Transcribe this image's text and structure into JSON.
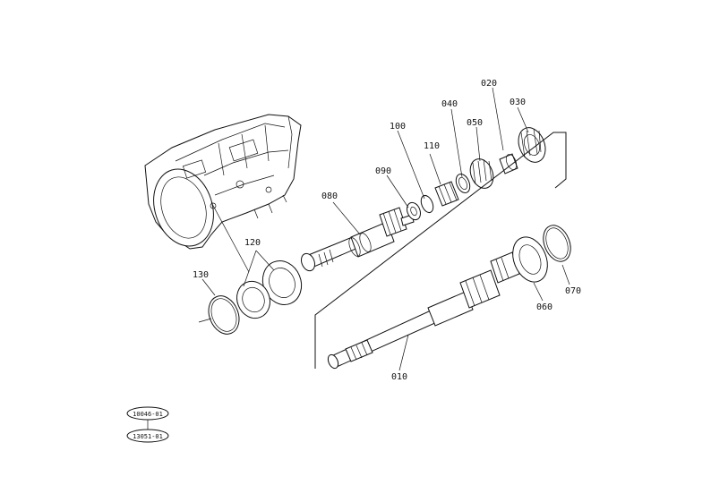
{
  "callouts": {
    "p010": "010",
    "p020": "020",
    "p030": "030",
    "p040": "040",
    "p050": "050",
    "p060": "060",
    "p070": "070",
    "p080": "080",
    "p090": "090",
    "p100": "100",
    "p110": "110",
    "p120": "120",
    "p130": "130"
  },
  "stamps": {
    "top": "10046-01",
    "bottom": "13051-01"
  }
}
